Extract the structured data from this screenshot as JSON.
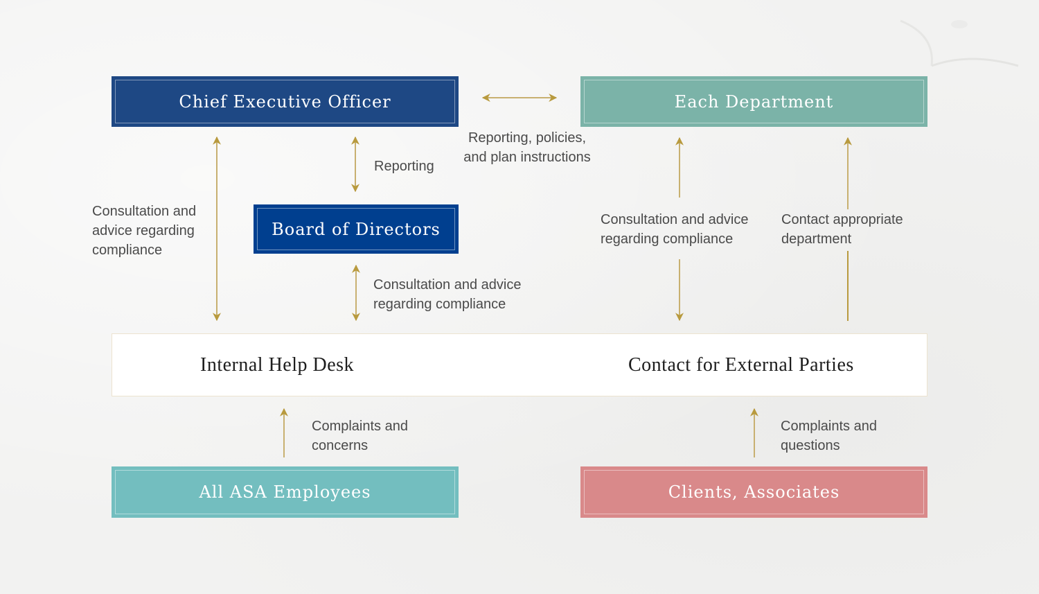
{
  "colors": {
    "ceo": "#1e4884",
    "board": "#003f8f",
    "department": "#7bb3a8",
    "employees": "#73bebf",
    "clients": "#d9898a",
    "arrow": "#b89a3e"
  },
  "boxes": {
    "ceo": "Chief Executive Officer",
    "department": "Each Department",
    "board": "Board of Directors",
    "employees": "All ASA Employees",
    "clients": "Clients, Associates"
  },
  "help_desk": {
    "internal": "Internal Help Desk",
    "external": "Contact for External Parties"
  },
  "labels": {
    "ceo_dept": "Reporting, policies,\nand plan instructions",
    "ceo_board": "Reporting",
    "ceo_helpdesk": "Consultation and\nadvice regarding\ncompliance",
    "board_helpdesk": "Consultation and advice\nregarding compliance",
    "dept_external_consult": "Consultation and advice\nregarding compliance",
    "dept_external_contact": "Contact appropriate\ndepartment",
    "employees_helpdesk": "Complaints and\nconcerns",
    "clients_external": "Complaints and\nquestions"
  },
  "connections": [
    {
      "from": "ceo",
      "to": "department",
      "direction": "both",
      "label": "ceo_dept"
    },
    {
      "from": "ceo",
      "to": "board",
      "direction": "both",
      "label": "ceo_board"
    },
    {
      "from": "ceo",
      "to": "internal_help_desk",
      "direction": "both",
      "label": "ceo_helpdesk"
    },
    {
      "from": "board",
      "to": "internal_help_desk",
      "direction": "both",
      "label": "board_helpdesk"
    },
    {
      "from": "department",
      "to": "external_contact",
      "direction": "both",
      "label": "dept_external_consult"
    },
    {
      "from": "external_contact",
      "to": "department",
      "direction": "forward",
      "label": "dept_external_contact"
    },
    {
      "from": "employees",
      "to": "internal_help_desk",
      "direction": "forward",
      "label": "employees_helpdesk"
    },
    {
      "from": "clients",
      "to": "external_contact",
      "direction": "forward",
      "label": "clients_external"
    }
  ]
}
